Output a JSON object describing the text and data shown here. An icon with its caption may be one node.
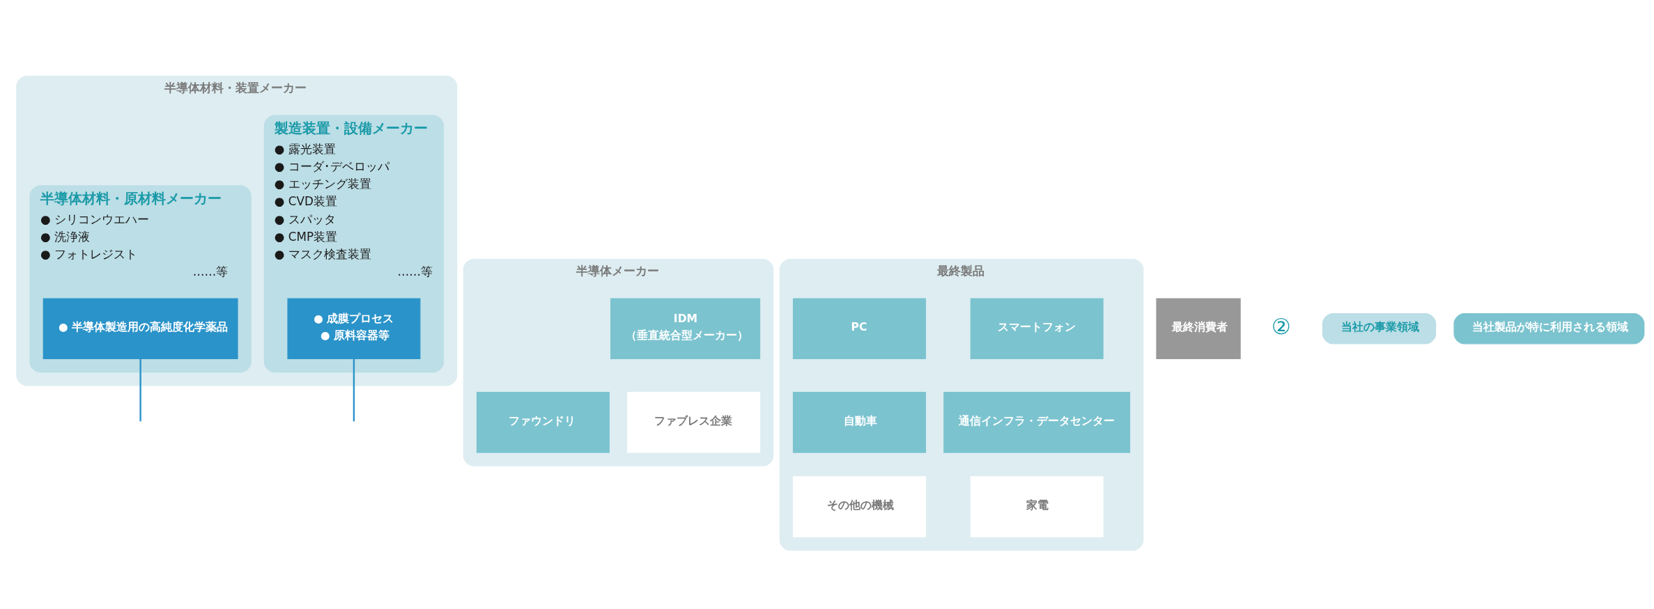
{
  "diagram": {
    "nodes": [
      {
        "text": [
          "半導体材料・装置メーカー"
        ]
      },
      {
        "text": [
          "半導体材料・原材料メーカー",
          "● シリコンウエハー",
          "● 洗浄液",
          "● フォトレジスト",
          "……等"
        ],
        "in": 0
      },
      {
        "text": [
          "● 半導体製造用の高純度化学薬品"
        ],
        "in": 1
      },
      {
        "text": [
          "製造装置・設備メーカー",
          "● 露光装置",
          "● コーダ･デベロッパ",
          "● エッチング装置",
          "● CVD装置",
          "● スパッタ",
          "● CMP装置",
          "● マスク検査装置",
          "……等"
        ],
        "in": 0
      },
      {
        "text": [
          "● 成膜プロセス",
          "● 原料容器等"
        ],
        "in": 3
      },
      {
        "text": [
          "半導体メーカー"
        ]
      },
      {
        "text": [
          "IDM",
          "（垂直統合型メーカー）"
        ],
        "in": 5
      },
      {
        "text": [
          "ファブレス企業"
        ],
        "in": 5
      },
      {
        "text": [
          "ファウンドリ"
        ],
        "in": 5
      },
      {
        "text": [
          "最終製品"
        ]
      },
      {
        "text": [
          "スマートフォン"
        ],
        "in": 9
      },
      {
        "text": [
          "PC"
        ],
        "in": 9
      },
      {
        "text": [
          "通信インフラ・データセンター"
        ],
        "in": 9
      },
      {
        "text": [
          "自動車"
        ],
        "in": 9
      },
      {
        "text": [
          "家電"
        ],
        "in": 9
      },
      {
        "text": [
          "その他の機械"
        ],
        "in": 9
      },
      {
        "text": [
          "最終消費者"
        ]
      }
    ],
    "edges": [
      {
        "from": 2,
        "to": null,
        "arrow": "none",
        "color": "#2a93c9"
      },
      {
        "from": 4,
        "to": null,
        "arrow": "none",
        "color": "#2a93c9"
      }
    ],
    "labels": [
      "②"
    ],
    "legend": [
      {
        "text": "当社の事業領域",
        "color": "#bcdee6"
      },
      {
        "text": "当社製品が特に利用される領域",
        "color": "#7bc3cf"
      }
    ]
  }
}
